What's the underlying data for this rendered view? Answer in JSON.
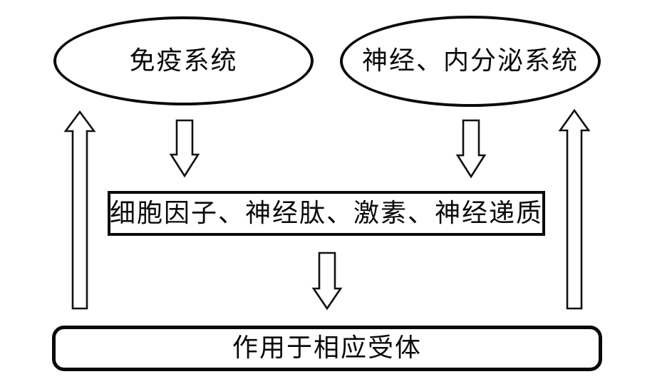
{
  "diagram": {
    "type": "flow-diagram",
    "background_color": "#ffffff",
    "stroke_color": "#0a0a0a",
    "nodes": {
      "immune_system": {
        "label": "免疫系统",
        "shape": "ellipse"
      },
      "neuro_endocrine_system": {
        "label": "神经、内分泌系统",
        "shape": "ellipse"
      },
      "mediators": {
        "label": "细胞因子、神经肽、激素、神经递质",
        "shape": "rectangle"
      },
      "receptor_action": {
        "label": "作用于相应受体",
        "shape": "rounded-rectangle"
      }
    },
    "arrows": [
      {
        "name": "immune-to-mediators",
        "direction": "down",
        "from": "immune_system",
        "to": "mediators",
        "style": "hollow-block"
      },
      {
        "name": "neuro-to-mediators",
        "direction": "down",
        "from": "neuro_endocrine_system",
        "to": "mediators",
        "style": "hollow-block"
      },
      {
        "name": "mediators-to-receptors",
        "direction": "down",
        "from": "mediators",
        "to": "receptor_action",
        "style": "hollow-block"
      },
      {
        "name": "receptors-to-immune",
        "direction": "up",
        "from": "receptor_action",
        "to": "immune_system",
        "style": "hollow-block"
      },
      {
        "name": "receptors-to-neuro",
        "direction": "up",
        "from": "receptor_action",
        "to": "neuro_endocrine_system",
        "style": "hollow-block"
      }
    ]
  }
}
